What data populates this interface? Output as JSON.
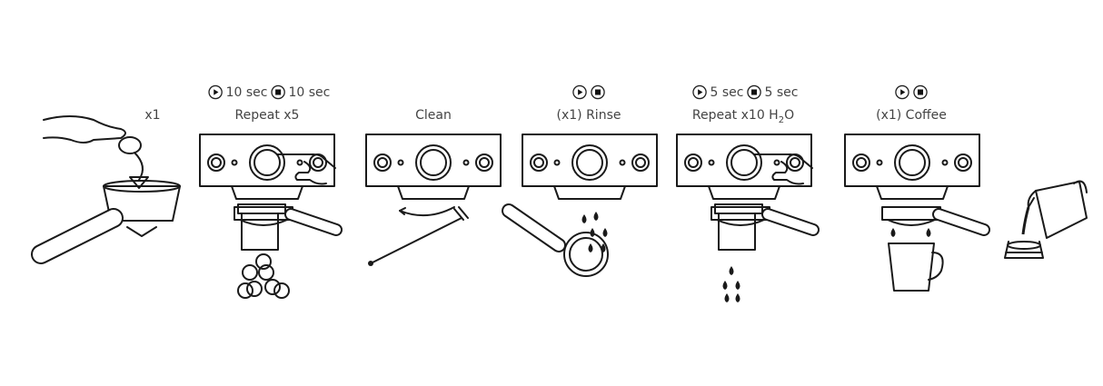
{
  "steps": [
    {
      "label": "x1"
    },
    {
      "label": "Repeat x5",
      "run": "10 sec",
      "stop": "10 sec"
    },
    {
      "label": "Clean"
    },
    {
      "label": "(x1) Rinse"
    },
    {
      "label_main": "Repeat x10 H",
      "label_sub": "2",
      "label_end": "O",
      "run": "5 sec",
      "stop": "5 sec"
    },
    {
      "label": "(x1) Coffee"
    },
    {}
  ],
  "icons": [
    "play-button-icon",
    "stop-button-icon"
  ],
  "colors": {
    "ink": "#1a1a1a",
    "text": "#444444"
  }
}
